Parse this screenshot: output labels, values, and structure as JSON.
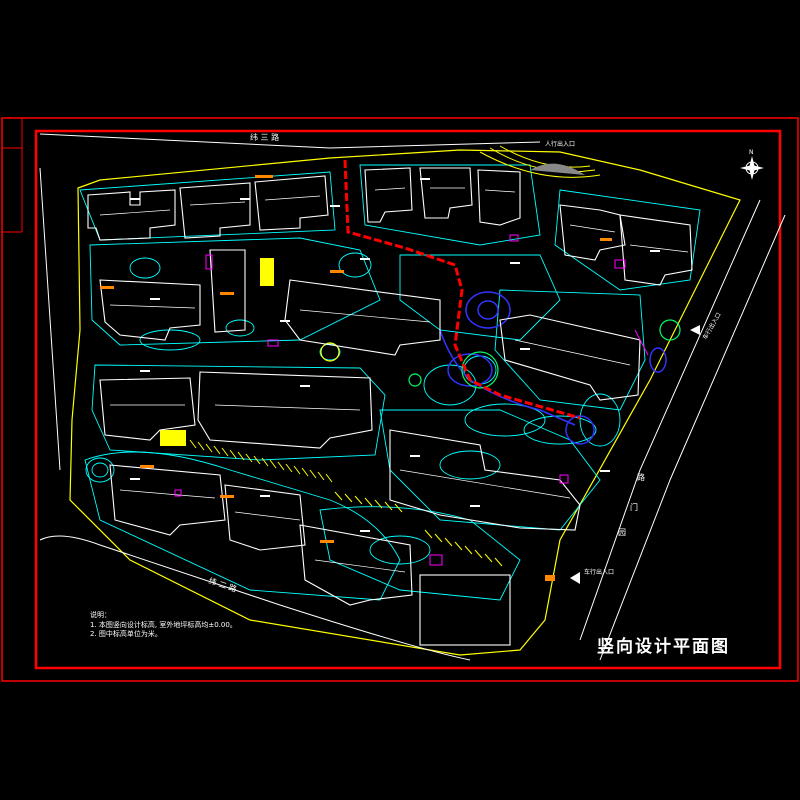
{
  "drawing": {
    "title": "竖向设计平面图",
    "colors": {
      "background": "#000000",
      "frame": "#ff0000",
      "site_boundary": "#ffff00",
      "building": "#ffffff",
      "contour": "#00ffff",
      "path_red": "#ff0000",
      "water_blue": "#0000ff",
      "accent_magenta": "#ff00ff",
      "label_orange": "#ff8800",
      "parking": "#ffff00"
    },
    "roads": {
      "north": "纬 三 路",
      "south": "纬 二 路",
      "east_1": "路",
      "east_2": "门",
      "east_3": "园"
    },
    "entrances": {
      "north": "人行出入口",
      "east": "车行出入口",
      "southeast": "车行出入口"
    },
    "notes": {
      "header": "说明：",
      "line1": "1. 本图竖向设计标高, 室外地坪标高均±0.00。",
      "line2": "2. 图中标高单位为米。"
    },
    "compass": "N"
  }
}
